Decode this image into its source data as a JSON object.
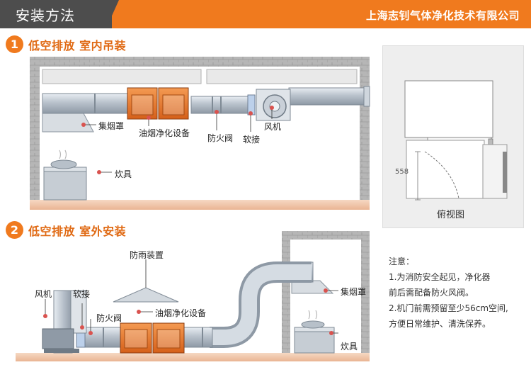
{
  "header": {
    "title": "安装方法",
    "company": "上海志钊气体净化技术有限公司"
  },
  "section1": {
    "number": "1",
    "title": "低空排放 室内吊装",
    "labels": {
      "hood": "集烟罩",
      "purifier": "油烟净化设备",
      "damper": "防火阀",
      "soft": "软接",
      "fan": "风机",
      "stove": "炊具"
    }
  },
  "topview": {
    "dimension": "558",
    "caption": "俯视图"
  },
  "section2": {
    "number": "2",
    "title": "低空排放 室外安装",
    "labels": {
      "rain": "防雨装置",
      "fan": "风机",
      "soft": "软接",
      "damper": "防火阀",
      "purifier": "油烟净化设备",
      "hood": "集烟罩",
      "stove": "炊具"
    }
  },
  "notes": {
    "title": "注意：",
    "line1": "1.为消防安全起见，净化器",
    "line2": "前后需配备防火风阀。",
    "line3": "2.机门前需预留至少56cm空间,",
    "line4": "方便日常维护、清洗保养。"
  },
  "colors": {
    "accent": "#f07a1e",
    "dark": "#4d4d4d",
    "duct": "#c9d0d8",
    "wall": "#a0a0a0",
    "floor": "#f3cdb4",
    "device": "#e8742a"
  }
}
